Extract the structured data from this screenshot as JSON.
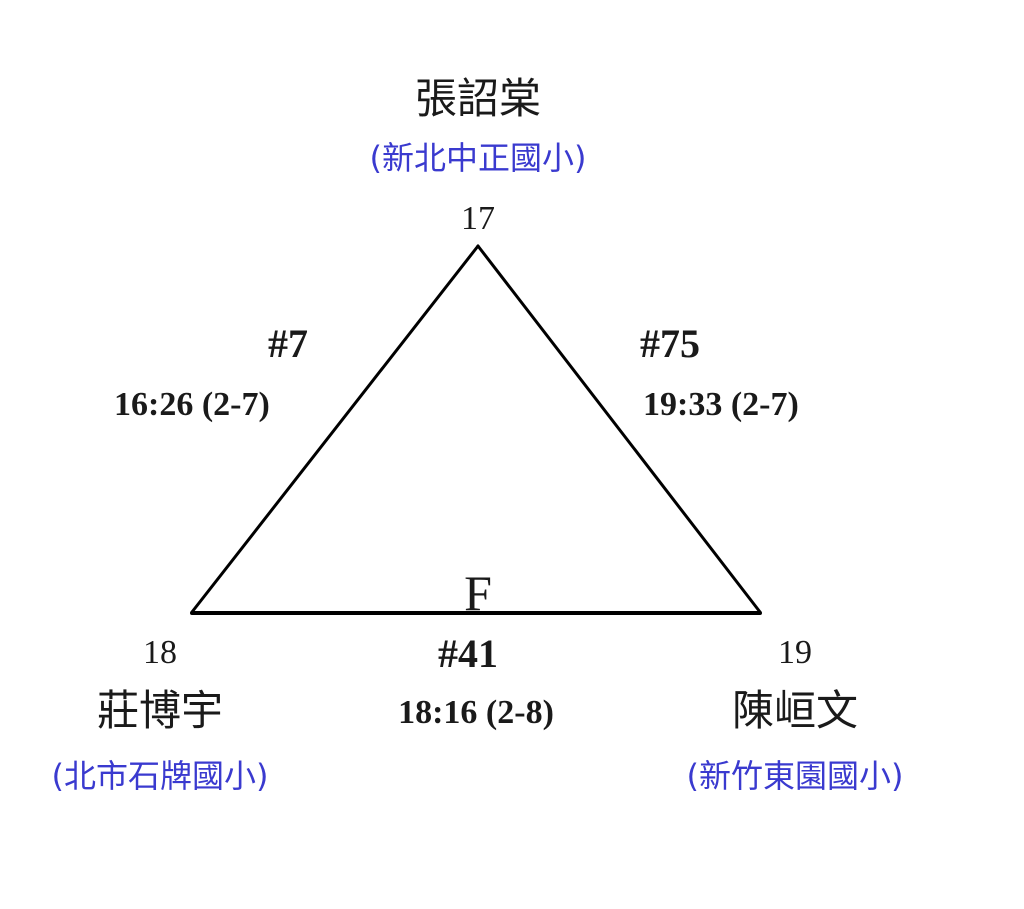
{
  "group": {
    "label": "F"
  },
  "players": {
    "top": {
      "seed": "17",
      "name": "張詔棠",
      "school": "(新北中正國小)"
    },
    "left": {
      "seed": "18",
      "name": "莊博宇",
      "school": "(北市石牌國小)"
    },
    "right": {
      "seed": "19",
      "name": "陳峘文",
      "school": "(新竹東園國小)"
    }
  },
  "matches": {
    "top_left": {
      "number": "#7",
      "result": "16:26 (2-7)"
    },
    "top_right": {
      "number": "#75",
      "result": "19:33 (2-7)"
    },
    "bottom": {
      "number": "#41",
      "result": "18:16 (2-8)"
    }
  },
  "colors": {
    "school": "#3a3acf",
    "edge": "#000000",
    "text": "#1a1a1a"
  }
}
